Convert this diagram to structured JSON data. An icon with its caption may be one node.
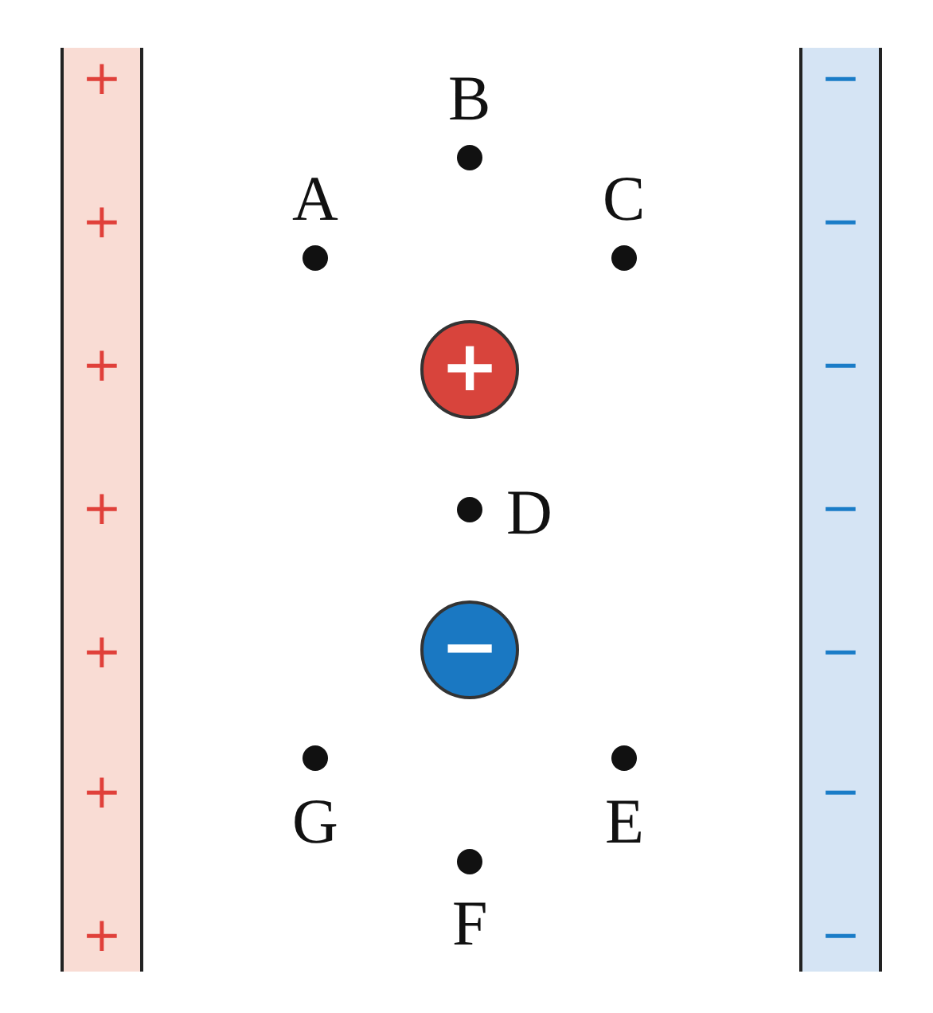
{
  "diagram": {
    "nodes": [
      {
        "text": [
          "+",
          "+",
          "+",
          "+",
          "+",
          "+",
          "+"
        ]
      },
      {
        "text": [
          "−",
          "−",
          "−",
          "−",
          "−",
          "−",
          "−"
        ]
      },
      {
        "text": [
          "+"
        ]
      },
      {
        "text": [
          "−"
        ]
      }
    ],
    "labels": [
      "B",
      "A",
      "C",
      "D",
      "G",
      "E",
      "F"
    ]
  }
}
